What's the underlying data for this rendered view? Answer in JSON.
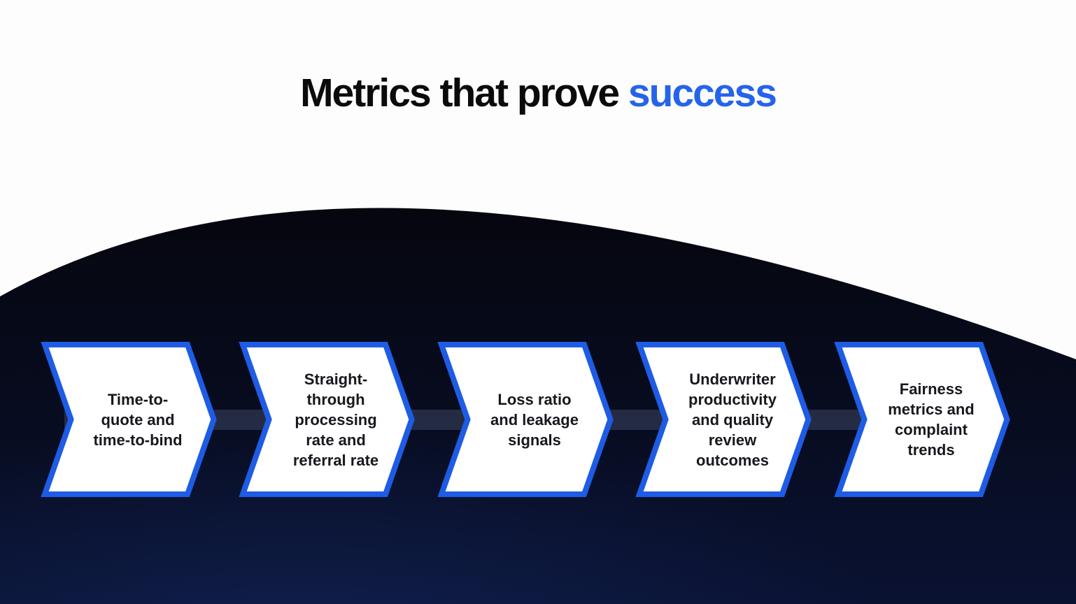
{
  "title": {
    "prefix": "Metrics that prove",
    "highlight": "success"
  },
  "steps": [
    {
      "label": "Time-to-quote and time-to-bind",
      "lines": [
        "Time-to-",
        "quote and",
        "time-to-bind"
      ]
    },
    {
      "label": "Straight-through processing rate and referral rate",
      "lines": [
        "Straight-",
        "through",
        "processing",
        "rate and",
        "referral rate"
      ]
    },
    {
      "label": "Loss ratio and leakage signals",
      "lines": [
        "Loss ratio",
        "and leakage",
        "signals"
      ]
    },
    {
      "label": "Underwriter productivity and quality review outcomes",
      "lines": [
        "Underwriter",
        "productivity",
        "and quality",
        "review",
        "outcomes"
      ]
    },
    {
      "label": "Fairness metrics and complaint trends",
      "lines": [
        "Fairness",
        "metrics and",
        "complaint",
        "trends"
      ]
    }
  ],
  "colors": {
    "page_background": "#fdfdfe",
    "title_text": "#0b0b0c",
    "title_highlight": "#2563eb",
    "chevron_border": "#1e5ce5",
    "chevron_fill": "#ffffff",
    "step_text": "#16181d",
    "dome_top": "#05060e",
    "dome_bottom": "#0a1232",
    "connector_band": "rgba(174,190,228,0.18)"
  }
}
